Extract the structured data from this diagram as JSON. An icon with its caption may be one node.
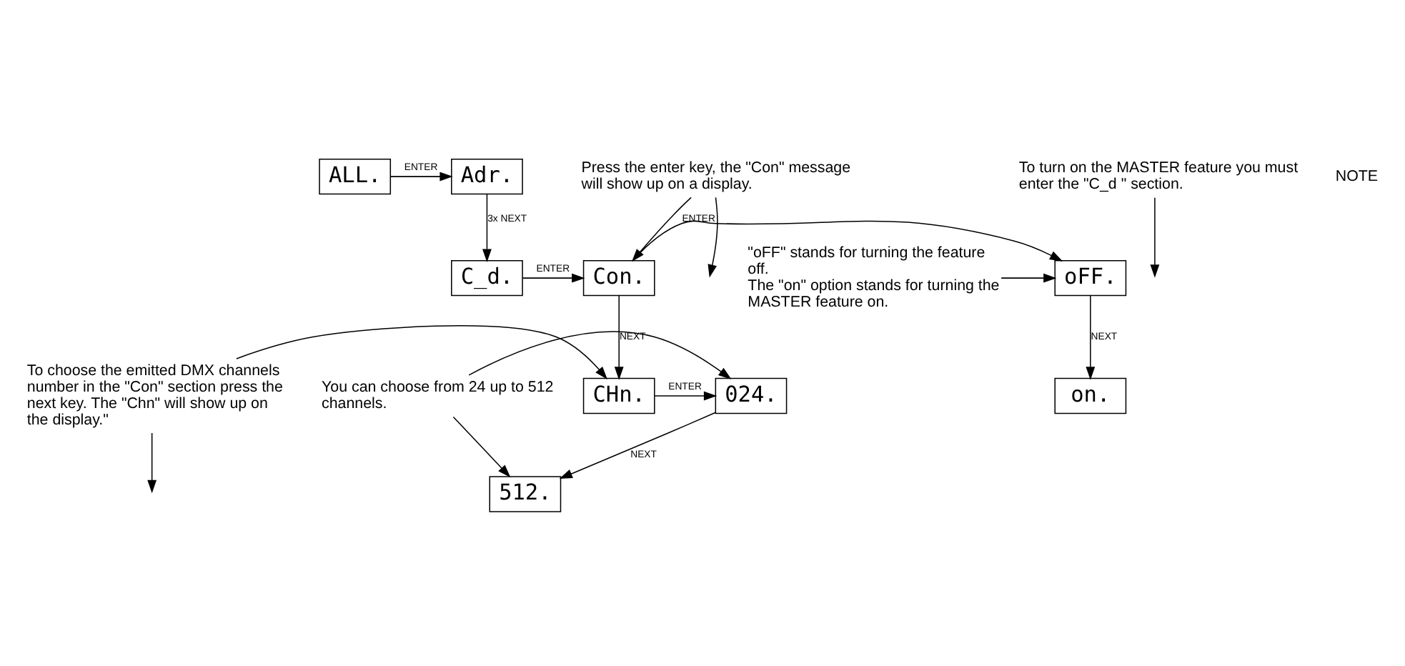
{
  "diagram": {
    "nodes": [
      {
        "text": [
          "ALL."
        ]
      },
      {
        "text": [
          "Adr."
        ]
      },
      {
        "text": [
          "C_d."
        ]
      },
      {
        "text": [
          "Con."
        ]
      },
      {
        "text": [
          "oFF."
        ]
      },
      {
        "text": [
          "on."
        ]
      },
      {
        "text": [
          "CHn."
        ]
      },
      {
        "text": [
          "024."
        ]
      },
      {
        "text": [
          "512."
        ]
      },
      {
        "text": [
          "To turn on the MASTER feature you must enter the \"C_d \" section."
        ]
      },
      {
        "text": [
          "Press the enter key, the \"Con\" message will show up on a display."
        ]
      },
      {
        "text": [
          "\"oFF\" stands for turning the feature off.",
          "The \"on\" option stands for turning the MASTER feature on."
        ]
      },
      {
        "text": [
          "To choose the emitted DMX channels number in the \"Con\" section press the next key. The \"Chn\" will show up on the display.\""
        ]
      },
      {
        "text": [
          "You can choose from 24 up to 512 channels."
        ]
      }
    ],
    "edges": [
      {
        "from": 0,
        "to": 1,
        "arrow": "to",
        "label": "ENTER"
      },
      {
        "from": 1,
        "to": 2,
        "arrow": "to",
        "label": "3x NEXT"
      },
      {
        "from": 2,
        "to": 3,
        "arrow": "to",
        "label": "ENTER"
      },
      {
        "from": 3,
        "to": 4,
        "arrow": "to",
        "label": "ENTER"
      },
      {
        "from": 4,
        "to": 5,
        "arrow": "to",
        "label": "NEXT"
      },
      {
        "from": 3,
        "to": 6,
        "arrow": "to",
        "label": "NEXT"
      },
      {
        "from": 6,
        "to": 7,
        "arrow": "to",
        "label": "ENTER"
      },
      {
        "from": 7,
        "to": 8,
        "arrow": "to",
        "label": "NEXT"
      },
      {
        "from": 9,
        "to": null,
        "arrow": "to"
      },
      {
        "from": 10,
        "to": null,
        "arrow": "to"
      },
      {
        "from": 10,
        "to": 3,
        "arrow": "to"
      },
      {
        "from": 11,
        "to": 4,
        "arrow": "to"
      },
      {
        "from": 12,
        "to": null,
        "arrow": "to"
      },
      {
        "from": 12,
        "to": 6,
        "arrow": "to"
      },
      {
        "from": 13,
        "to": 7,
        "arrow": "to"
      },
      {
        "from": 13,
        "to": 8,
        "arrow": "to"
      }
    ],
    "labels": [
      "NOTE"
    ]
  }
}
